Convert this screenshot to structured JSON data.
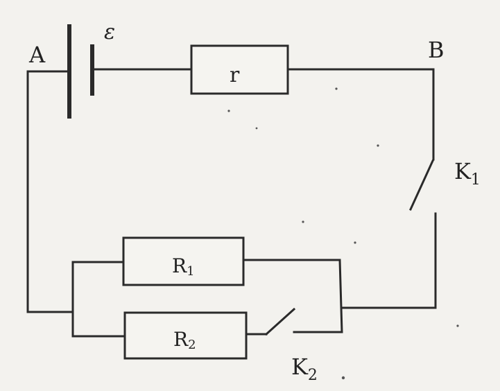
{
  "diagram": {
    "nodes": {
      "a": "A",
      "b": "B"
    },
    "source": {
      "emf_symbol": "ε",
      "internal_resistor": "r"
    },
    "resistors": {
      "r1": "R",
      "r1_sub": "1",
      "r2": "R",
      "r2_sub": "2"
    },
    "switches": {
      "k1": "K",
      "k1_sub": "1",
      "k2": "K",
      "k2_sub": "2"
    },
    "colors": {
      "ink": "#2a2a2a",
      "paper": "#f3f2ee"
    }
  }
}
